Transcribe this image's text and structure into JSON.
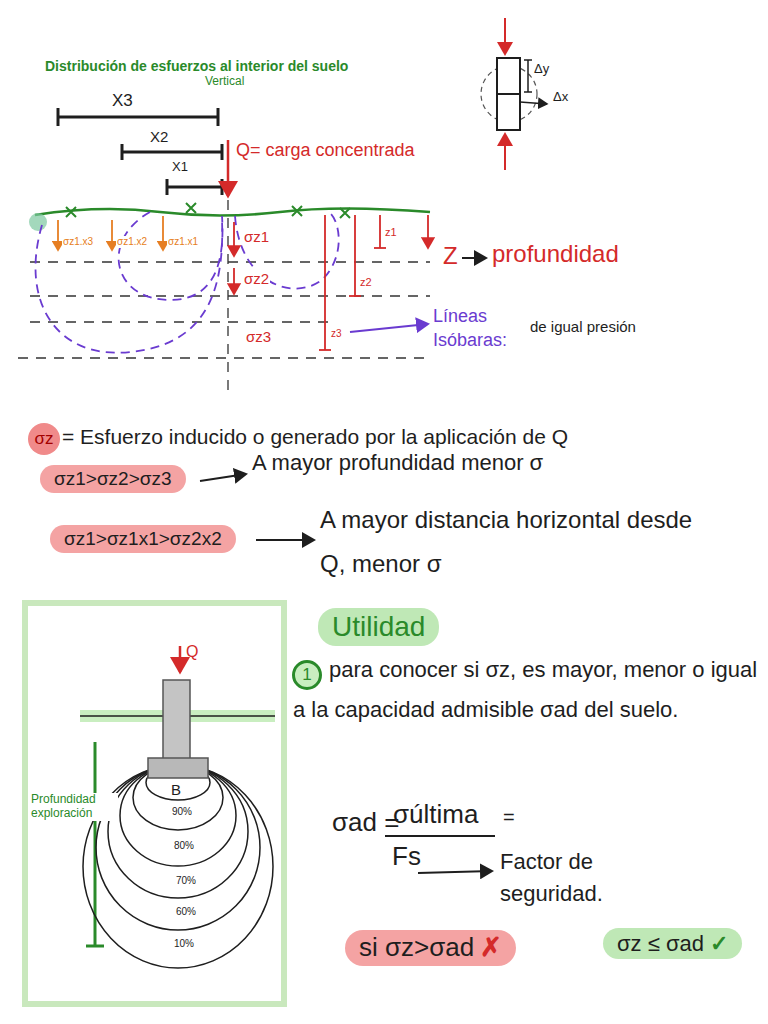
{
  "diagram": {
    "title": "Distribución de esfuerzos al interior del suelo",
    "nodes": [
      {
        "text": [
          "σz"
        ]
      },
      {
        "text": [
          "σz1>σz2>σz3"
        ]
      },
      {
        "text": [
          "σz1>σz1x1>σz2x2"
        ]
      },
      {
        "text": [
          "Q",
          "B",
          "90%",
          "80%",
          "70%",
          "60%",
          "10%",
          "Profundidad exploración"
        ]
      },
      {
        "text": [
          "Utilidad"
        ]
      },
      {
        "text": [
          "1"
        ]
      },
      {
        "text": [
          "si σz>σad",
          "✗"
        ]
      },
      {
        "text": [
          "σz ≤ σad",
          "✓"
        ]
      }
    ],
    "labels": [
      "Vertical",
      "X3",
      "X2",
      "X1",
      "Q= carga concentrada",
      "σz1.x3",
      "σz1.x2",
      "σz1.x1",
      "σz1",
      "σz2",
      "σz3",
      "z1",
      "z2",
      "z3",
      "Z",
      "profundidad",
      "Líneas",
      "Isóbaras:",
      "de igual presión",
      "= Esfuerzo inducido o generado por la aplicación de Q",
      "A mayor profundidad menor σ",
      "A mayor distancia horizontal desde Q, menor σ",
      "para conocer si σz, es mayor, menor o igual a la capacidad admisible σad del suelo.",
      "σad =",
      "σúltima",
      "=",
      "Fs",
      "Factor de seguridad.",
      "Δy",
      "Δx"
    ]
  }
}
